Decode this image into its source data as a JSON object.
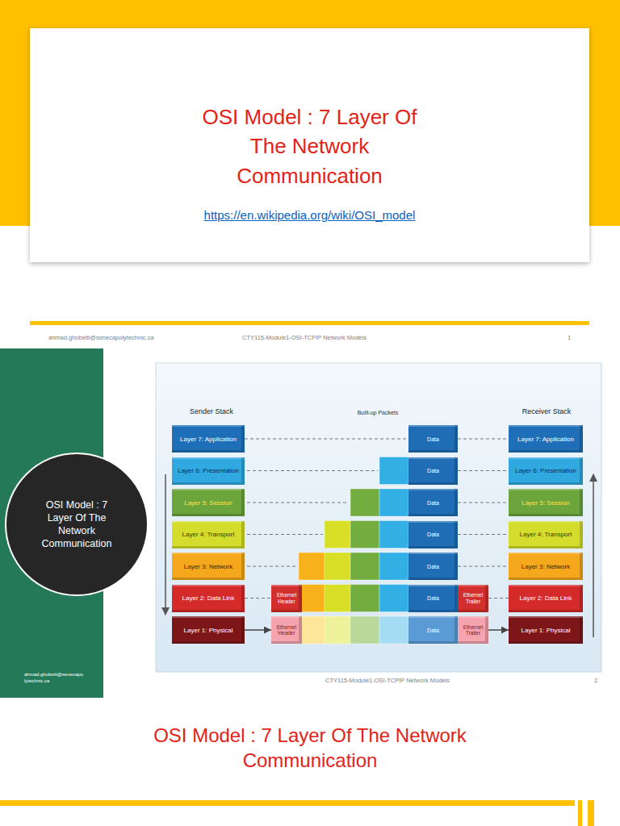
{
  "diagram": {
    "nodes": [
      {
        "text": [
          "OSI Model : 7 Layer Of The Network Communication",
          "https://en.wikipedia.org/wiki/OSI_model"
        ]
      },
      {
        "text": [
          "ahmad.ghobeiti@senecapo lytechnic.ca"
        ]
      },
      {
        "text": [
          "OSI Model : 7 Layer Of The Network Communication"
        ],
        "in": 1
      },
      {
        "text": [
          "Layer 7: Application"
        ]
      },
      {
        "text": [
          "Layer 6: Presentation"
        ]
      },
      {
        "text": [
          "Layer 5: Session"
        ]
      },
      {
        "text": [
          "Layer 4: Transport"
        ]
      },
      {
        "text": [
          "Layer 3: Network"
        ]
      },
      {
        "text": [
          "Layer 2: Data Link"
        ]
      },
      {
        "text": [
          "Layer 1: Physical"
        ]
      },
      {
        "text": [
          "Layer 7: Application"
        ]
      },
      {
        "text": [
          "Layer 6: Presentation"
        ]
      },
      {
        "text": [
          "Layer 5: Session"
        ]
      },
      {
        "text": [
          "Layer 4: Transport"
        ]
      },
      {
        "text": [
          "Layer 3: Network"
        ]
      },
      {
        "text": [
          "Layer 2: Data Link"
        ]
      },
      {
        "text": [
          "Layer 1: Physical"
        ]
      },
      {
        "text": [
          "Data"
        ]
      },
      {
        "text": [
          "Data"
        ]
      },
      {
        "text": [
          "Data"
        ]
      },
      {
        "text": [
          "Data"
        ]
      },
      {
        "text": [
          "Data"
        ]
      },
      {
        "text": [
          "Data"
        ]
      },
      {
        "text": [
          "Data"
        ]
      },
      {
        "text": [
          "Ethernet Header"
        ]
      },
      {
        "text": [
          "Ethernet Trailer"
        ]
      },
      {
        "text": [
          "Ethernet Header"
        ]
      },
      {
        "text": [
          "Ethernet Trailer"
        ]
      }
    ],
    "edges": [
      {
        "from": 3,
        "to": 17,
        "arrow": "none"
      },
      {
        "from": 17,
        "to": 10,
        "arrow": "none"
      },
      {
        "from": 18,
        "to": 11,
        "arrow": "none"
      },
      {
        "from": 19,
        "to": 12,
        "arrow": "none"
      },
      {
        "from": 20,
        "to": 13,
        "arrow": "none"
      },
      {
        "from": 21,
        "to": 14,
        "arrow": "none"
      },
      {
        "from": 8,
        "to": 24,
        "arrow": "none"
      },
      {
        "from": 25,
        "to": 15,
        "arrow": "none"
      },
      {
        "from": 9,
        "to": 26,
        "arrow": "to"
      },
      {
        "from": 27,
        "to": 16,
        "arrow": "to"
      }
    ],
    "labels": [
      "ahmad.ghobeiti@senecapolytechnic.ca",
      "CTY115-Module1-OSI-TCPIP Network Models",
      "1",
      "Sender Stack",
      "Built-up Packets",
      "Receiver Stack",
      "CTY115-Module1-OSI-TCPIP Network Models",
      "2",
      "OSI Model : 7 Layer Of The Network Communication"
    ]
  }
}
